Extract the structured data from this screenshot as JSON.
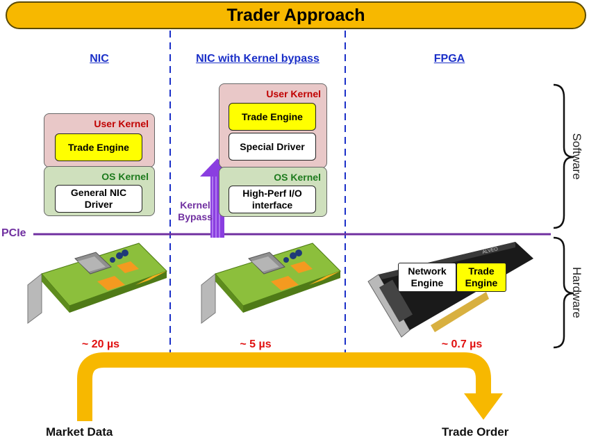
{
  "title": "Trader Approach",
  "columns": [
    {
      "header": "NIC",
      "latency": "~ 20 µs"
    },
    {
      "header": "NIC with Kernel bypass",
      "latency": "~ 5 µs"
    },
    {
      "header": "FPGA",
      "latency": "~ 0.7 µs"
    }
  ],
  "nic": {
    "user_kernel": "User Kernel",
    "trade_engine": "Trade Engine",
    "os_kernel": "OS Kernel",
    "driver": "General NIC Driver"
  },
  "bypass": {
    "user_kernel": "User Kernel",
    "trade_engine": "Trade Engine",
    "special_driver": "Special Driver",
    "os_kernel": "OS Kernel",
    "io": "High-Perf I/O interface",
    "arrow_label": "Kernel Bypass"
  },
  "fpga": {
    "network_engine": "Network Engine",
    "trade_engine": "Trade Engine",
    "card_brand": "ALVEO"
  },
  "pcie_label": "PCIe",
  "side_labels": {
    "software": "Software",
    "hardware": "Hardware"
  },
  "flow": {
    "start": "Market Data",
    "end": "Trade Order"
  },
  "colors": {
    "banner": "#f7b800",
    "pcie": "#7030a0",
    "latency": "#e01010",
    "header": "#1a2fc8"
  }
}
